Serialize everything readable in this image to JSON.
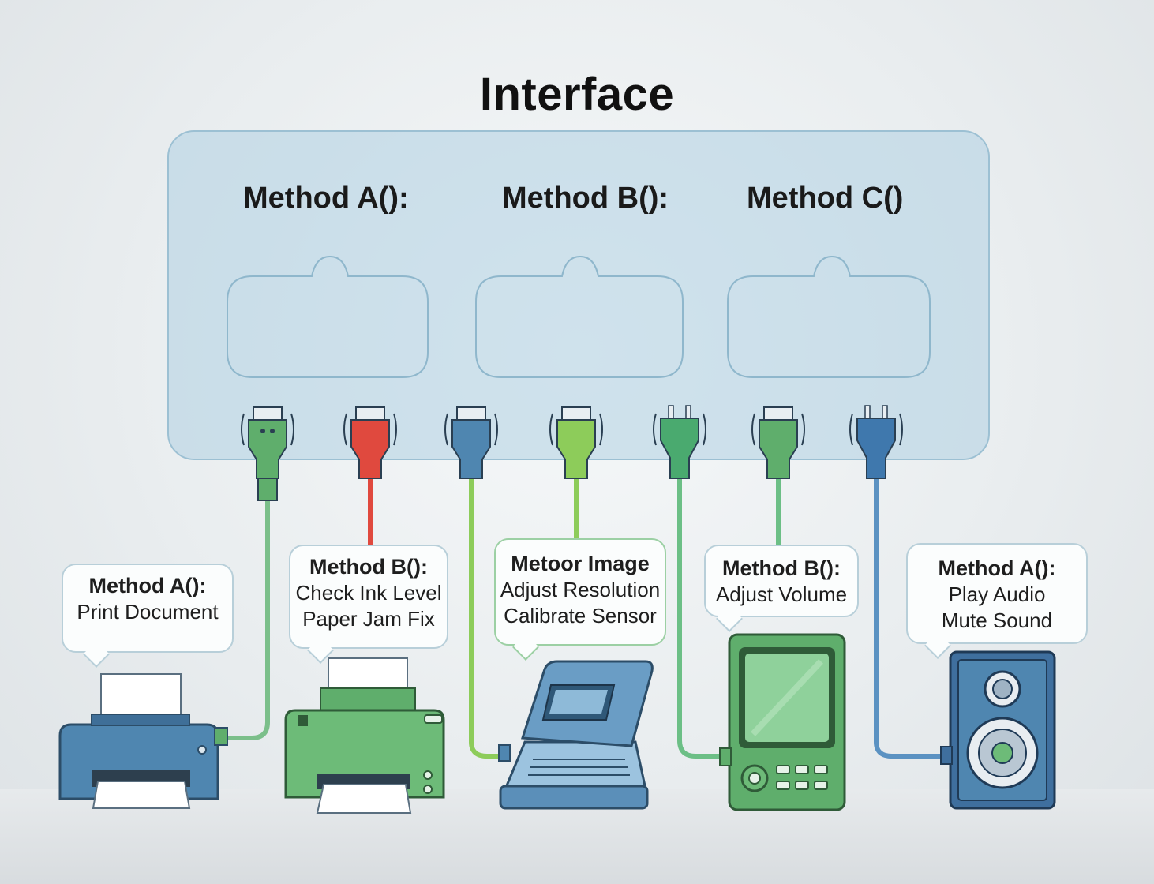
{
  "title": "Interface",
  "methods": [
    {
      "label": "Method A():"
    },
    {
      "label": "Method B():"
    },
    {
      "label": "Method C()"
    }
  ],
  "devices": [
    {
      "icon": "printer-blue-icon",
      "color": "#4f86b0",
      "cable_color": "#7bbf8a",
      "bubble": {
        "title": "Method A():",
        "lines": [
          "Print Document"
        ]
      }
    },
    {
      "icon": "printer-green-icon",
      "color": "#5fae6c",
      "cable_color": "#e0493e",
      "bubble": {
        "title": "Method B():",
        "lines": [
          "Check Ink Level",
          "Paper Jam Fix"
        ]
      }
    },
    {
      "icon": "scanner-icon",
      "color": "#5b8fb9",
      "cable_color": "#8dcc5a",
      "bubble": {
        "title": "Metoor Image",
        "lines": [
          "Adjust Resolution",
          "Calibrate Sensor"
        ]
      }
    },
    {
      "icon": "tablet-device-icon",
      "color": "#5fae6c",
      "cable_color": "#6cbf86",
      "bubble": {
        "title": "Method B():",
        "lines": [
          "Adjust Volume"
        ]
      }
    },
    {
      "icon": "speaker-icon",
      "color": "#3f6f9e",
      "cable_color": "#5b92c2",
      "bubble": {
        "title": "Method A():",
        "lines": [
          "Play Audio",
          "Mute Sound"
        ]
      }
    }
  ],
  "connectors": [
    {
      "icon": "usb-plug-icon",
      "color": "#5fae6c"
    },
    {
      "icon": "usb-plug-icon",
      "color": "#e0493e"
    },
    {
      "icon": "usb-plug-icon",
      "color": "#4f86b0"
    },
    {
      "icon": "usb-plug-icon",
      "color": "#8dcc5a"
    },
    {
      "icon": "power-plug-icon",
      "color": "#4aaa6f"
    },
    {
      "icon": "usb-plug-icon",
      "color": "#5fae6c"
    },
    {
      "icon": "power-plug-icon",
      "color": "#3f78ad"
    }
  ]
}
